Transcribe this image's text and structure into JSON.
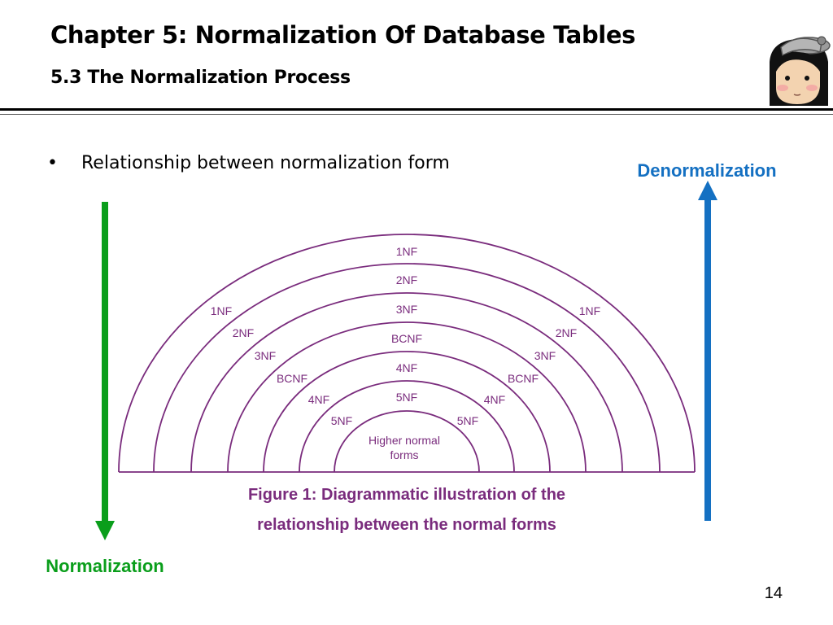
{
  "slide": {
    "title": "Chapter 5: Normalization Of Database Tables",
    "subtitle": "5.3 The Normalization Process",
    "bullet": "Relationship between normalization form",
    "page_number": "14"
  },
  "diagram": {
    "arc_color": "#7a2c7d",
    "center_label_line1": "Higher normal",
    "center_label_line2": "forms",
    "top_labels": [
      "1NF",
      "2NF",
      "3NF",
      "BCNF",
      "4NF",
      "5NF"
    ],
    "side_labels_left": [
      "1NF",
      "2NF",
      "3NF",
      "BCNF",
      "4NF",
      "5NF"
    ],
    "side_labels_right": [
      "1NF",
      "2NF",
      "3NF",
      "BCNF",
      "4NF",
      "5NF"
    ],
    "caption_line1": "Figure 1: Diagrammatic illustration of the",
    "caption_line2": "relationship between the normal forms"
  },
  "arrows": {
    "normalization_label": "Normalization",
    "normalization_color": "#0a9e1b",
    "denormalization_label": "Denormalization",
    "denormalization_color": "#1470c2"
  },
  "icons": {
    "avatar": "cartoon-avatar-icon"
  }
}
